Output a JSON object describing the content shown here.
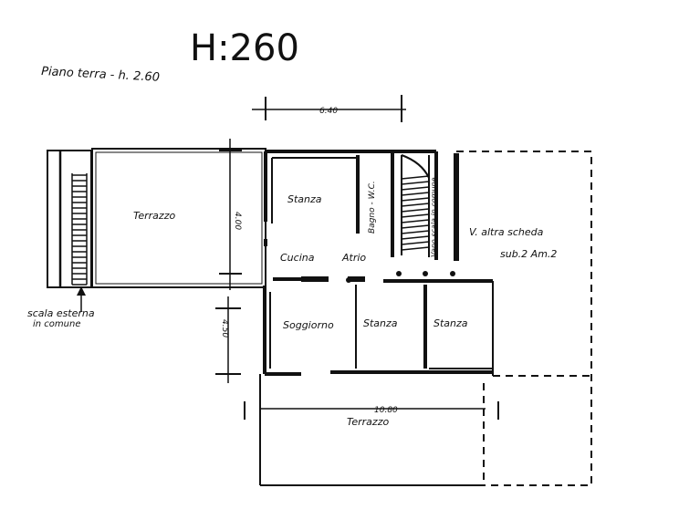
{
  "header": {
    "height_note": "H:260",
    "floor_title": "Piano terra - h. 2.60"
  },
  "dimensions": {
    "top_width": "6.40",
    "left_height_upper": "4.00",
    "left_height_lower": "4.50",
    "bottom_width": "10.80"
  },
  "rooms": {
    "terrace_left": "Terrazzo",
    "room_top": "Stanza",
    "bath": "Bagno - W.C.",
    "stair_note": "Vano scala in comune",
    "other_unit_line1": "V. altra scheda",
    "other_unit_line2": "sub.2 Am.2",
    "kitchen": "Cucina",
    "hall": "Atrio",
    "living": "Soggiorno",
    "room_mid": "Stanza",
    "room_right": "Stanza",
    "terrace_bottom": "Terrazzo"
  },
  "annotations": {
    "external_stair_line1": "scala esterna",
    "external_stair_line2": "in comune"
  },
  "colors": {
    "ink": "#111111",
    "paper": "#ffffff"
  }
}
